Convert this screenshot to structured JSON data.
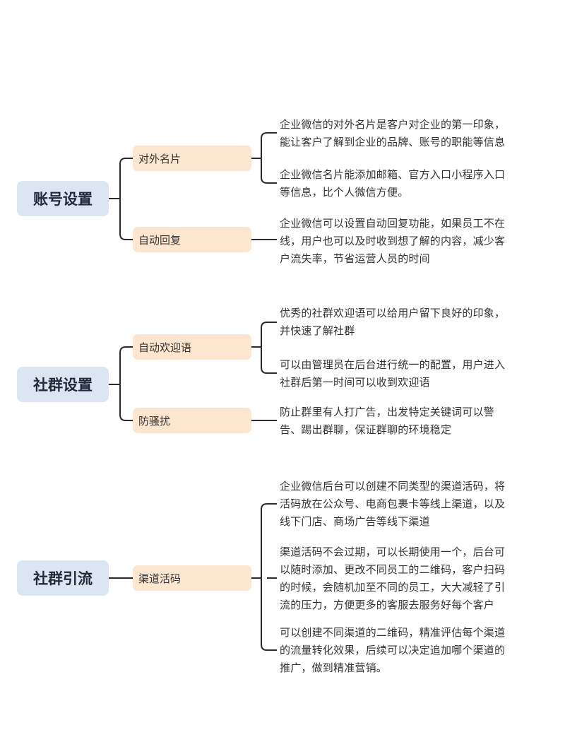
{
  "sections": [
    {
      "title": "账号设置",
      "branches": [
        {
          "label": "对外名片",
          "notes": [
            [
              "企业微信的对外名片是客户对企业的第一印象，",
              "能让客户了解到企业的品牌、账号的职能等信息"
            ],
            [
              "企业微信名片能添加邮箱、官方入口小程序入口",
              "等信息，比个人微信方便。"
            ]
          ]
        },
        {
          "label": "自动回复",
          "notes": [
            [
              "企业微信可以设置自动回复功能，如果员工不在",
              "线，用户也可以及时收到想了解的内容，减少客",
              "户流失率，节省运营人员的时间"
            ]
          ]
        }
      ]
    },
    {
      "title": "社群设置",
      "branches": [
        {
          "label": "自动欢迎语",
          "notes": [
            [
              "优秀的社群欢迎语可以给用户留下良好的印象，",
              "并快速了解社群"
            ],
            [
              "可以由管理员在后台进行统一的配置，用户进入",
              "社群后第一时间可以收到欢迎语"
            ]
          ]
        },
        {
          "label": "防骚扰",
          "notes": [
            [
              "防止群里有人打广告，出发特定关键词可以警",
              "告、踢出群聊，保证群聊的环境稳定"
            ]
          ]
        }
      ]
    },
    {
      "title": "社群引流",
      "branches": [
        {
          "label": "渠道活码",
          "notes": [
            [
              "企业微信后台可以创建不同类型的渠道活码，将",
              "活码放在公众号、电商包裹卡等线上渠道，以及",
              "线下门店、商场广告等线下渠道"
            ],
            [
              "渠道活码不会过期，可以长期使用一个，后台可",
              "以随时添加、更改不同员工的二维码，客户扫码",
              "的时候，会随机加至不同的员工，大大减轻了引",
              "流的压力，方便更多的客服去服务好每个客户"
            ],
            [
              "可以创建不同渠道的二维码，精准评估每个渠道",
              "的流量转化效果，后续可以决定追加哪个渠道的",
              "推广，做到精准营销。"
            ]
          ]
        }
      ]
    }
  ],
  "colors": {
    "root_fill": "#dce6f3",
    "branch_fill": "#fde6cf",
    "line": "#2b2b2b"
  }
}
